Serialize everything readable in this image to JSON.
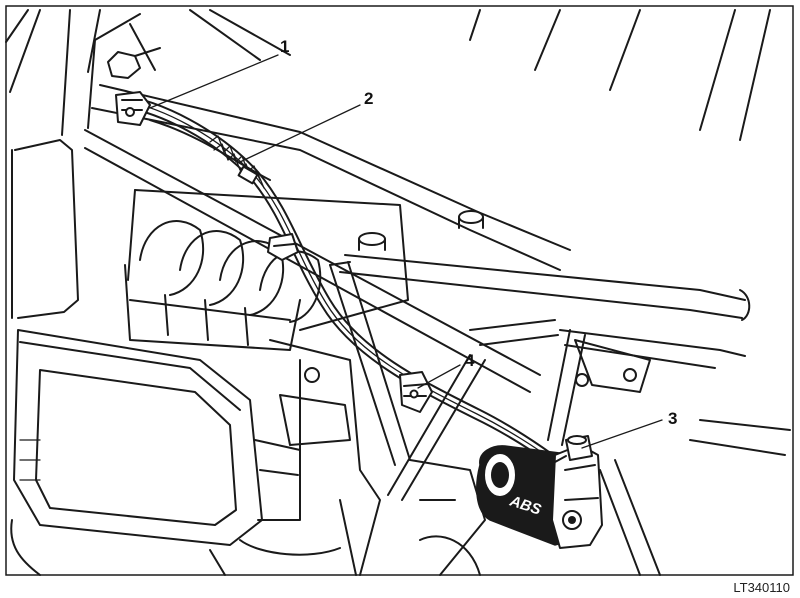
{
  "diagram": {
    "callouts": [
      {
        "id": "1",
        "label": "1"
      },
      {
        "id": "2",
        "label": "2"
      },
      {
        "id": "3",
        "label": "3"
      },
      {
        "id": "4",
        "label": "4"
      }
    ],
    "reference_code": "LT340110",
    "abs_unit_label": "ABS"
  }
}
